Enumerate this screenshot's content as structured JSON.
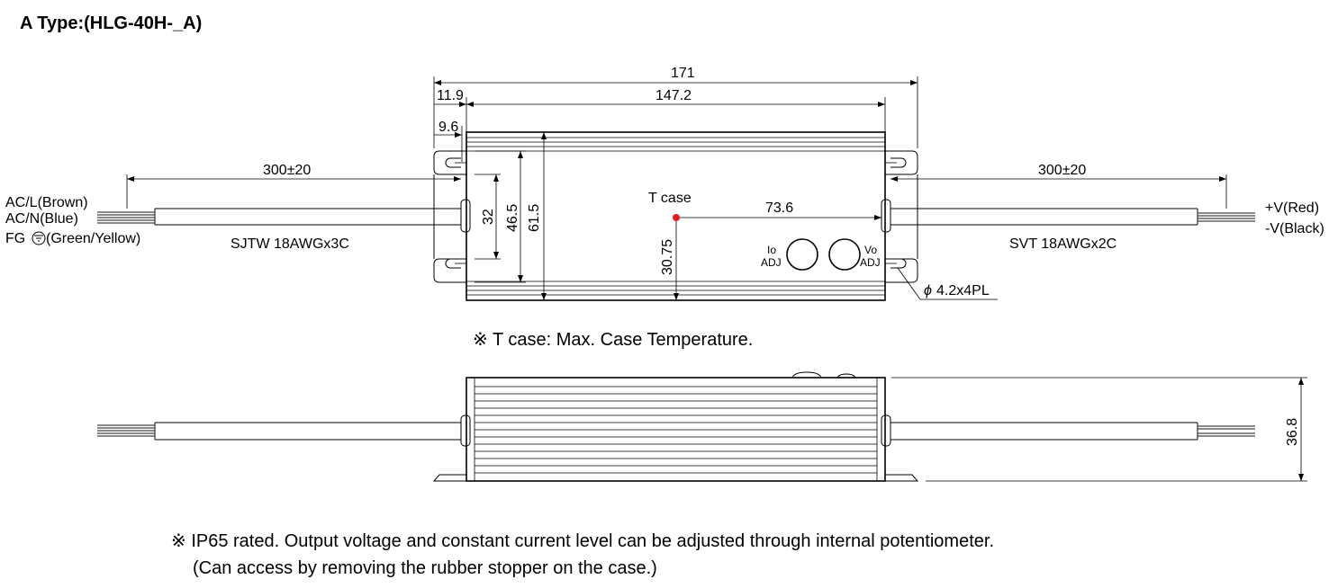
{
  "title": "A Type:(HLG-40H-_A)",
  "dimensions": {
    "overall_length": "171",
    "body_length": "147.2",
    "flange_offset": "11.9",
    "hole_offset": "9.6",
    "cable_length_left": "300±20",
    "cable_length_right": "300±20",
    "width_32": "32",
    "width_46_5": "46.5",
    "width_61_5": "61.5",
    "tcase_x": "73.6",
    "tcase_y": "30.75",
    "height": "36.8",
    "mount_holes": "4.2x4PL",
    "phi_symbol": "ϕ"
  },
  "labels": {
    "acl": "AC/L(Brown)",
    "acn": "AC/N(Blue)",
    "fg": "FG",
    "fg_color": "(Green/Yellow)",
    "input_cable": "SJTW 18AWGx3C",
    "output_cable": "SVT 18AWGx2C",
    "vplus": "+V(Red)",
    "vminus": "-V(Black)",
    "tcase": "T case",
    "io": "Io",
    "adj1": "ADJ",
    "vo": "Vo",
    "adj2": "ADJ"
  },
  "notes": {
    "tcase_note": "※ T case: Max. Case Temperature.",
    "ip65_note": "※ IP65 rated. Output voltage and constant current level can be adjusted through internal potentiometer.",
    "ip65_note2": "(Can access by removing the rubber stopper on the case.)"
  },
  "colors": {
    "tcase_dot": "#e31b23",
    "line": "#000000"
  }
}
